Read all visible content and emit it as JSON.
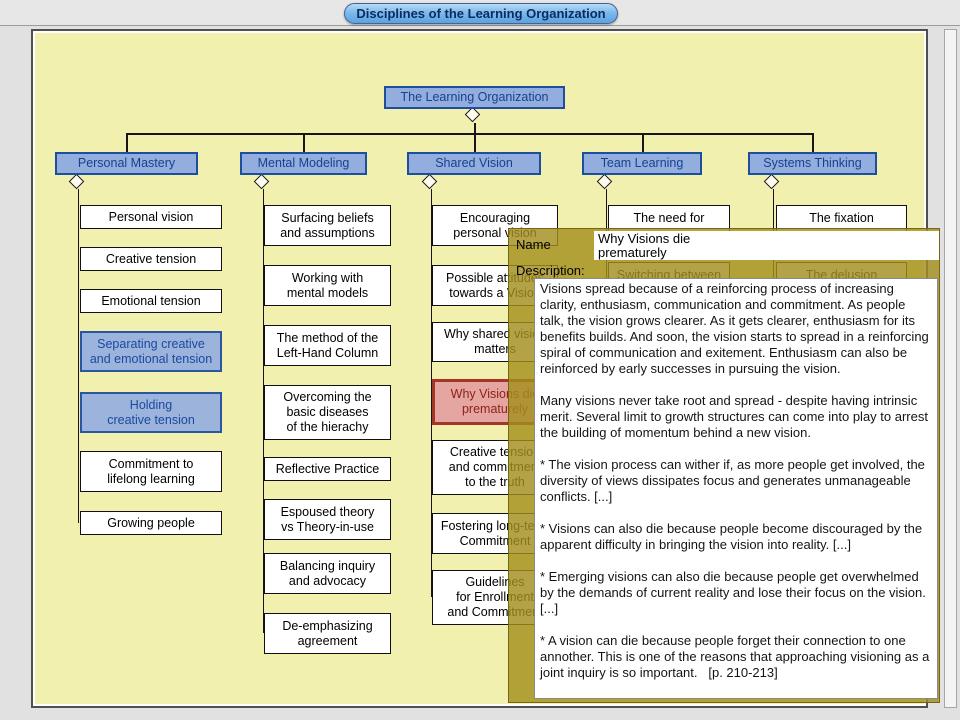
{
  "window": {
    "title": "Disciplines of the Learning Organization"
  },
  "colors": {
    "canvas_yellow": "#f1f0ae",
    "node_blue_fill": "#93aede",
    "node_blue_border": "#1e4f9e",
    "selected_red_fill": "#e5a6a1",
    "selected_red_border": "#a33529",
    "popup_olive": "#a28f1d",
    "tab_blue": "#5ba3e2"
  },
  "tree": {
    "root_label": "The Learning Organization",
    "branches": [
      {
        "label": "Personal Mastery",
        "children": [
          {
            "label": "Personal vision"
          },
          {
            "label": "Creative tension"
          },
          {
            "label": "Emotional tension"
          },
          {
            "label": "Separating creative\nand emotional tension"
          },
          {
            "label": "Holding\ncreative tension"
          },
          {
            "label": "Commitment to\nlifelong learning"
          },
          {
            "label": "Growing people"
          }
        ]
      },
      {
        "label": "Mental Modeling",
        "children": [
          {
            "label": "Surfacing beliefs\nand assumptions"
          },
          {
            "label": "Working with\nmental models"
          },
          {
            "label": "The method of the\nLeft-Hand Column"
          },
          {
            "label": "Overcoming the\nbasic diseases\nof the hierachy"
          },
          {
            "label": "Reflective Practice"
          },
          {
            "label": "Espoused theory\nvs Theory-in-use"
          },
          {
            "label": "Balancing inquiry\nand advocacy"
          },
          {
            "label": "De-emphasizing\nagreement"
          }
        ]
      },
      {
        "label": "Shared Vision",
        "children": [
          {
            "label": "Encouraging\npersonal vision"
          },
          {
            "label": "Possible attitudes\ntowards a Vision"
          },
          {
            "label": "Why shared vision\nmatters"
          },
          {
            "label": "Why Visions die\nprematurely"
          },
          {
            "label": "Creative tension\nand commitment\nto the truth"
          },
          {
            "label": "Fostering long-term\nCommitment"
          },
          {
            "label": "Guidelines\nfor Enrollment\nand Commitment"
          }
        ]
      },
      {
        "label": "Team Learning",
        "children": [
          {
            "label": "The need for"
          },
          {
            "label": "Switching between"
          }
        ]
      },
      {
        "label": "Systems Thinking",
        "children": [
          {
            "label": "The fixation"
          },
          {
            "label": "The delusion"
          }
        ]
      }
    ]
  },
  "popup": {
    "name_label": "Name",
    "name_value": "Why Visions die\nprematurely",
    "description_label": "Description:",
    "description_text": "Visions spread because of a reinforcing process of increasing clarity, enthusiasm, communication and commitment. As people talk, the vision grows clearer. As it gets clearer, enthusiasm for its benefits builds. And soon, the vision starts to spread in a reinforcing spiral of communication and exitement. Enthusiasm can also be reinforced by early successes in pursuing the vision.\n\nMany visions never take root and spread - despite having intrinsic merit. Several limit to growth structures can come into play to arrest the building of momentum behind a new vision.\n\n* The vision process can wither if, as more people get involved, the diversity of views dissipates focus and generates unmanageable conflicts. [...]\n\n* Visions can also die because people become discouraged by the apparent difficulty in bringing the vision into reality. [...]\n\n* Emerging visions can also die because people get overwhelmed by the demands of current reality and lose their focus on the vision. [...]\n\n* A vision can die because people forget their connection to one annother. This is one of the reasons that approaching visioning as a joint inquiry is so important.   [p. 210-213]"
  }
}
